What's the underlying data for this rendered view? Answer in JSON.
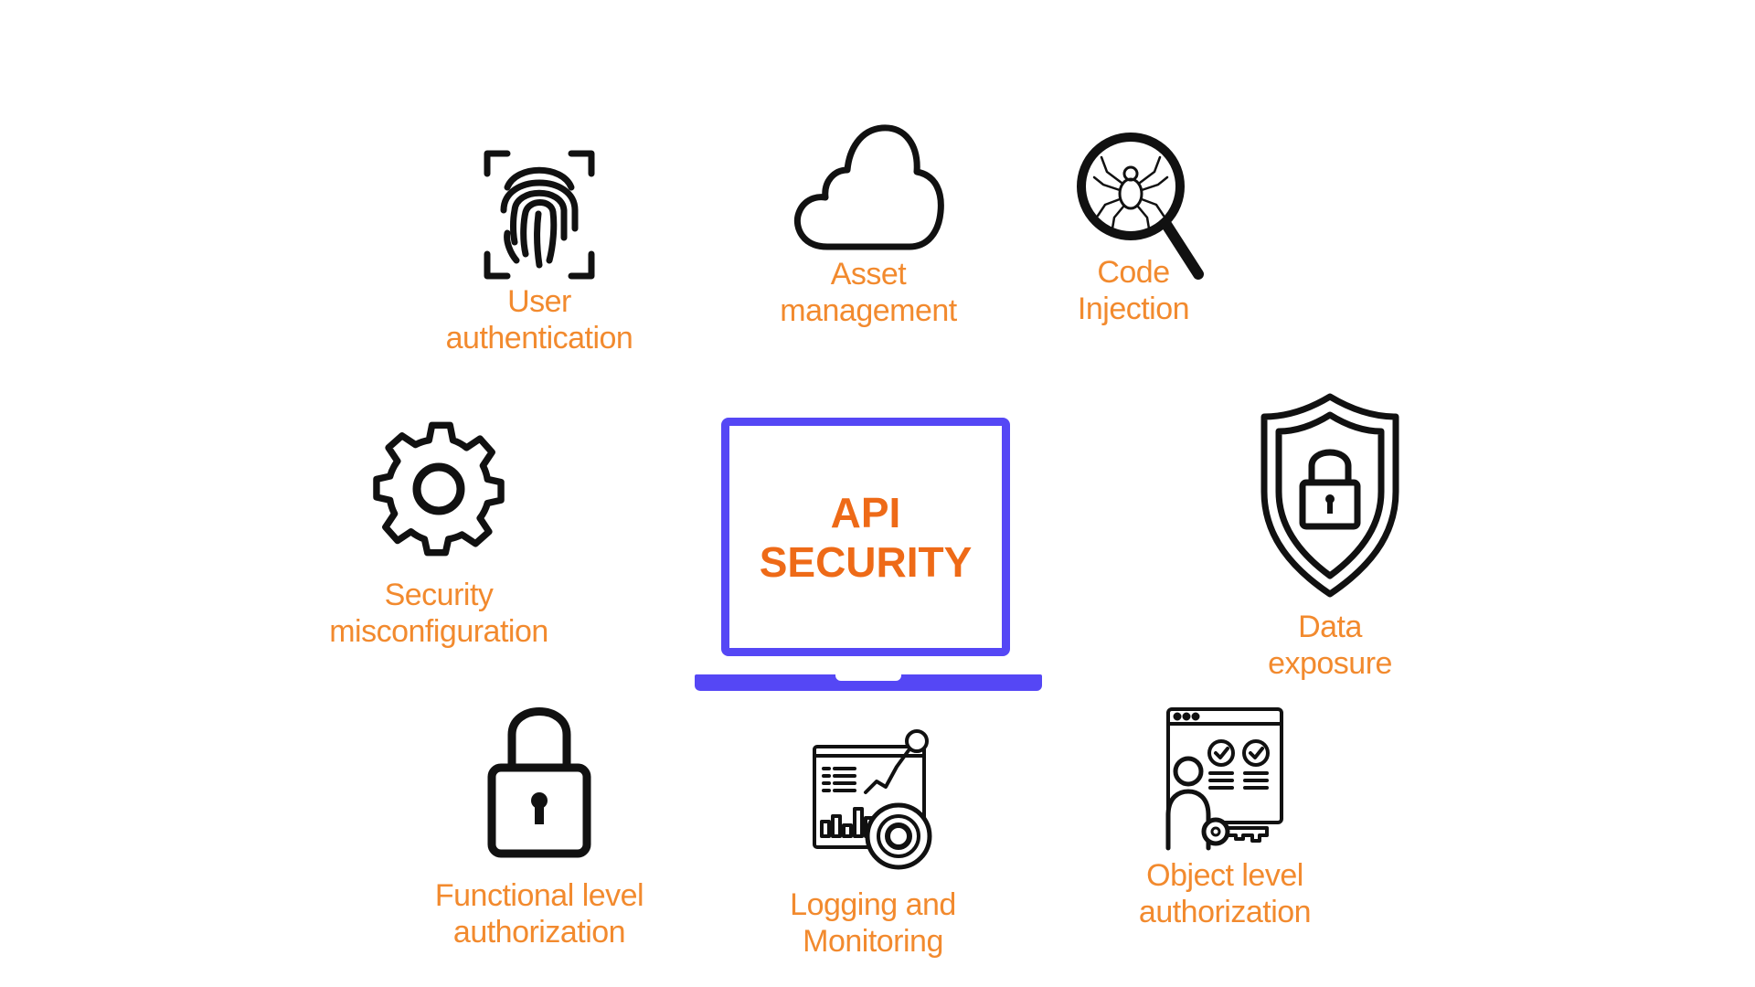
{
  "center": {
    "title_line1": "API",
    "title_line2": "SECURITY",
    "icon": "laptop-icon"
  },
  "nodes": [
    {
      "id": "user-authentication",
      "icon": "fingerprint-icon",
      "line1": "User",
      "line2": "authentication"
    },
    {
      "id": "asset-management",
      "icon": "cloud-icon",
      "line1": "Asset",
      "line2": "management"
    },
    {
      "id": "code-injection",
      "icon": "bug-magnifier-icon",
      "line1": "Code",
      "line2": "Injection"
    },
    {
      "id": "security-misconfiguration",
      "icon": "gear-icon",
      "line1": "Security",
      "line2": "misconfiguration"
    },
    {
      "id": "data-exposure",
      "icon": "shield-lock-icon",
      "line1": "Data",
      "line2": "exposure"
    },
    {
      "id": "functional-level-authorization",
      "icon": "padlock-icon",
      "line1": "Functional level",
      "line2": "authorization"
    },
    {
      "id": "logging-and-monitoring",
      "icon": "dashboard-monitoring-icon",
      "line1": "Logging and",
      "line2": "Monitoring"
    },
    {
      "id": "object-level-authorization",
      "icon": "user-key-window-icon",
      "line1": "Object level",
      "line2": "authorization"
    }
  ],
  "colors": {
    "label": "#F28A2E",
    "center_title": "#EE6A17",
    "laptop": "#5547F5",
    "icon_stroke": "#111111"
  }
}
